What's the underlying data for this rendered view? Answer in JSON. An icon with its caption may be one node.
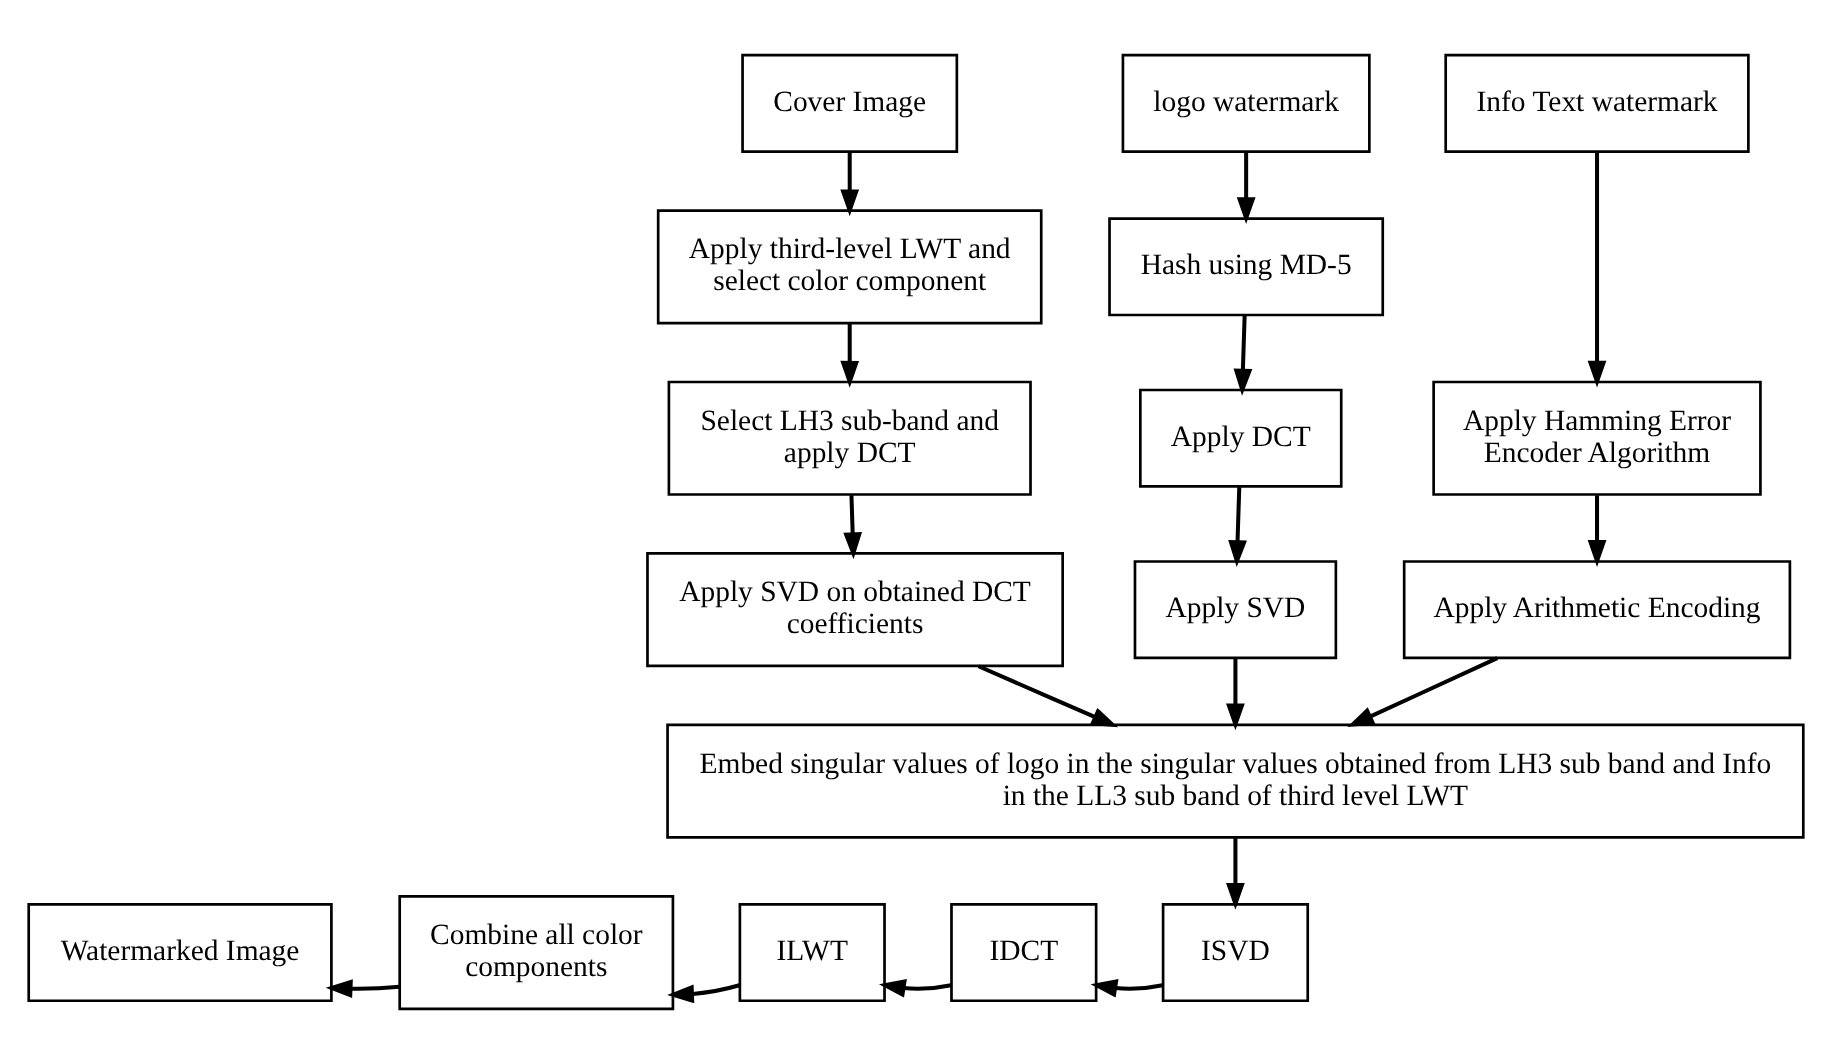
{
  "diagram": {
    "nodes": [
      {
        "text": [
          "Cover Image"
        ]
      },
      {
        "text": [
          "Apply third-level LWT and select color component"
        ]
      },
      {
        "text": [
          "Select LH3 sub-band and apply DCT"
        ]
      },
      {
        "text": [
          "Apply SVD on obtained DCT coefficients"
        ]
      },
      {
        "text": [
          "logo watermark"
        ]
      },
      {
        "text": [
          "Hash using MD-5"
        ]
      },
      {
        "text": [
          "Apply DCT"
        ]
      },
      {
        "text": [
          "Apply SVD"
        ]
      },
      {
        "text": [
          "Info Text watermark"
        ]
      },
      {
        "text": [
          "Apply Hamming Error Encoder Algorithm"
        ]
      },
      {
        "text": [
          "Apply Arithmetic Encoding"
        ]
      },
      {
        "text": [
          "Embed singular values of logo in the singular values obtained from LH3 sub band and Info in the LL3 sub band of third level LWT"
        ]
      },
      {
        "text": [
          "ISVD"
        ]
      },
      {
        "text": [
          "IDCT"
        ]
      },
      {
        "text": [
          "ILWT"
        ]
      },
      {
        "text": [
          "Combine all color components"
        ]
      },
      {
        "text": [
          "Watermarked Image"
        ]
      }
    ],
    "edges": [
      {
        "from": 0,
        "to": 1,
        "arrow": "to"
      },
      {
        "from": 1,
        "to": 2,
        "arrow": "to"
      },
      {
        "from": 2,
        "to": 3,
        "arrow": "to"
      },
      {
        "from": 3,
        "to": 11,
        "arrow": "to"
      },
      {
        "from": 4,
        "to": 5,
        "arrow": "to"
      },
      {
        "from": 5,
        "to": 6,
        "arrow": "to"
      },
      {
        "from": 6,
        "to": 7,
        "arrow": "to"
      },
      {
        "from": 7,
        "to": 11,
        "arrow": "to"
      },
      {
        "from": 8,
        "to": 9,
        "arrow": "to"
      },
      {
        "from": 9,
        "to": 10,
        "arrow": "to"
      },
      {
        "from": 10,
        "to": 11,
        "arrow": "to"
      },
      {
        "from": 11,
        "to": 12,
        "arrow": "to"
      },
      {
        "from": 12,
        "to": 13,
        "arrow": "to"
      },
      {
        "from": 13,
        "to": 14,
        "arrow": "to"
      },
      {
        "from": 14,
        "to": 15,
        "arrow": "to"
      },
      {
        "from": 15,
        "to": 16,
        "arrow": "to"
      }
    ]
  }
}
